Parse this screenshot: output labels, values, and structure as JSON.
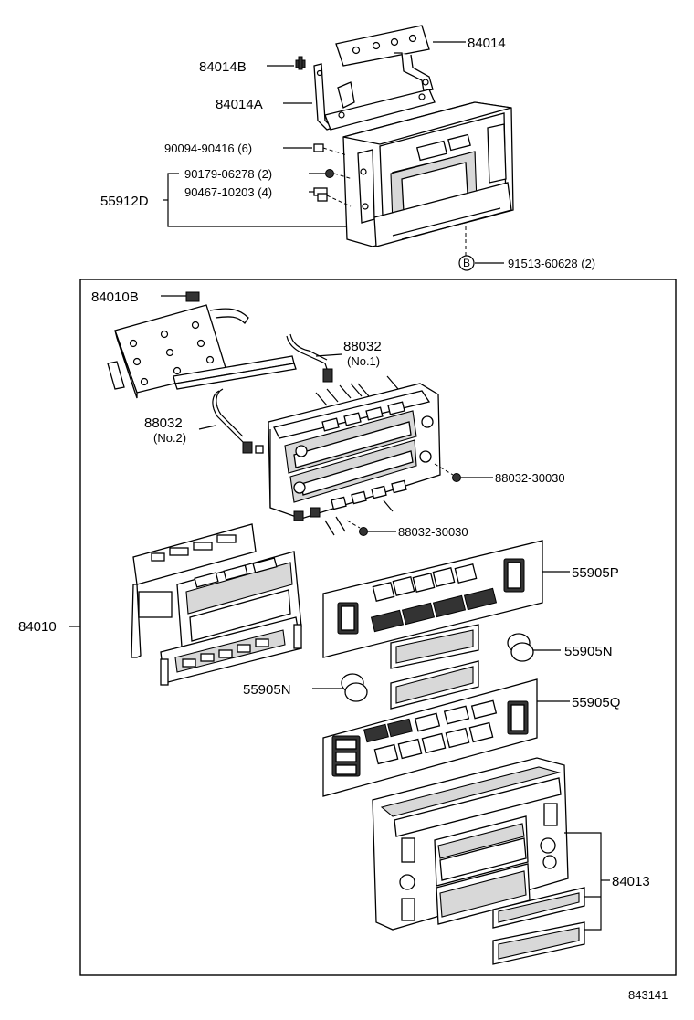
{
  "labels": {
    "p84014": "84014",
    "p84014B": "84014B",
    "p84014A": "84014A",
    "p90094": "90094-90416 (6)",
    "p90179": "90179-06278 (2)",
    "p90467": "90467-10203 (4)",
    "p55912D": "55912D",
    "circleB": "B",
    "p91513": "91513-60628 (2)",
    "p84010B": "84010B",
    "p88032a": "88032",
    "p88032a_sub": "(No.1)",
    "p88032b": "88032",
    "p88032b_sub": "(No.2)",
    "p88032_30030a": "88032-30030",
    "p88032_30030b": "88032-30030",
    "p84010": "84010",
    "p55905P": "55905P",
    "p55905N_right": "55905N",
    "p55905N_left": "55905N",
    "p55905Q": "55905Q",
    "p84013": "84013",
    "catalog_number": "843141"
  }
}
